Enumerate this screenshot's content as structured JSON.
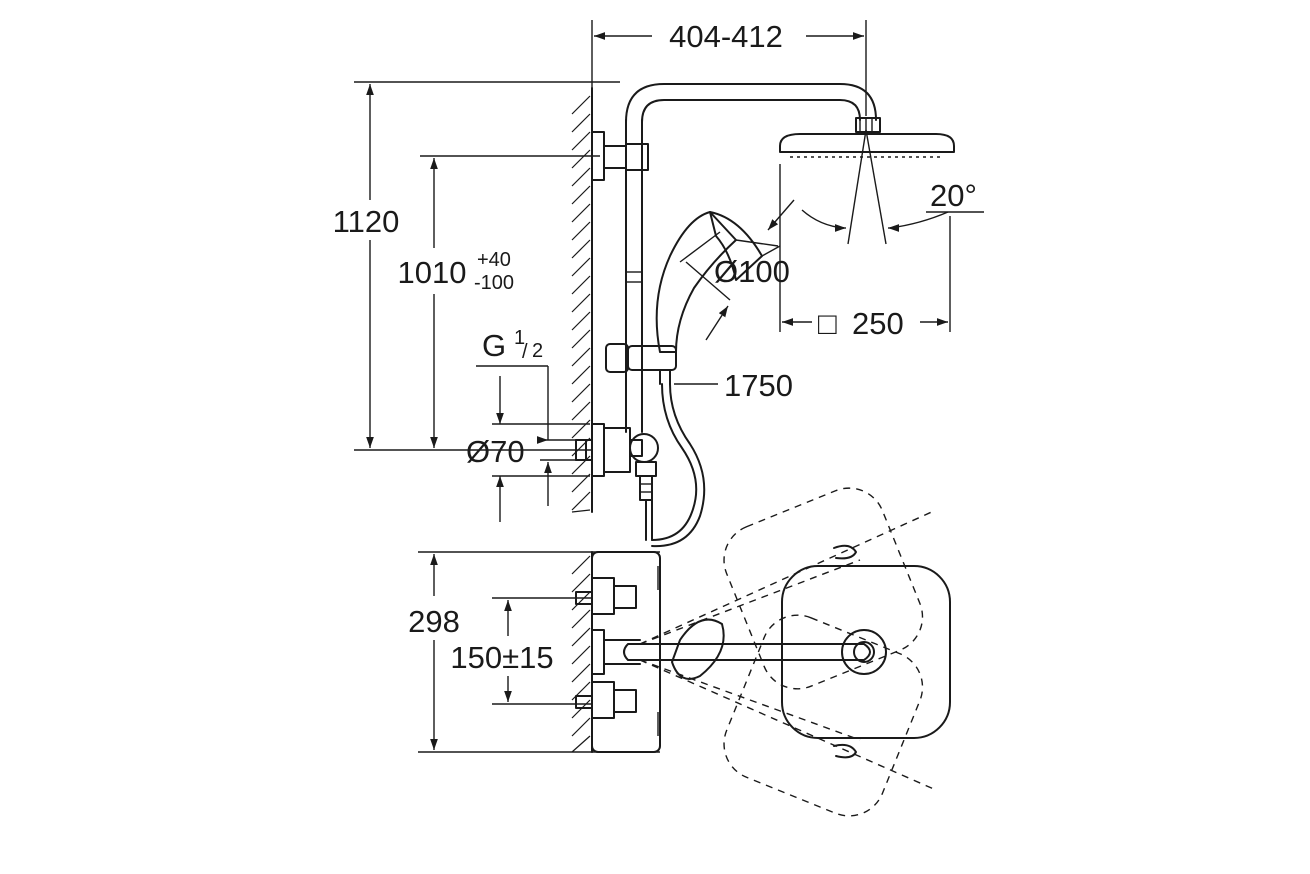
{
  "dimensions": {
    "arm_projection": "404-412",
    "total_height": "1120",
    "rail_height_main": "1010",
    "rail_height_plus": "+40",
    "rail_height_minus": "-100",
    "thread_main": "G",
    "thread_num": "1",
    "thread_den": "2",
    "escutcheon_diameter": "Ø70",
    "hand_shower_diameter": "Ø100",
    "head_tilt": "20°",
    "head_size_symbol": "□",
    "head_size": "250",
    "hose_length": "1750",
    "thermostat_height": "298",
    "inlet_spacing": "150±15"
  },
  "colors": {
    "line": "#1a1a1a",
    "background": "#ffffff"
  }
}
